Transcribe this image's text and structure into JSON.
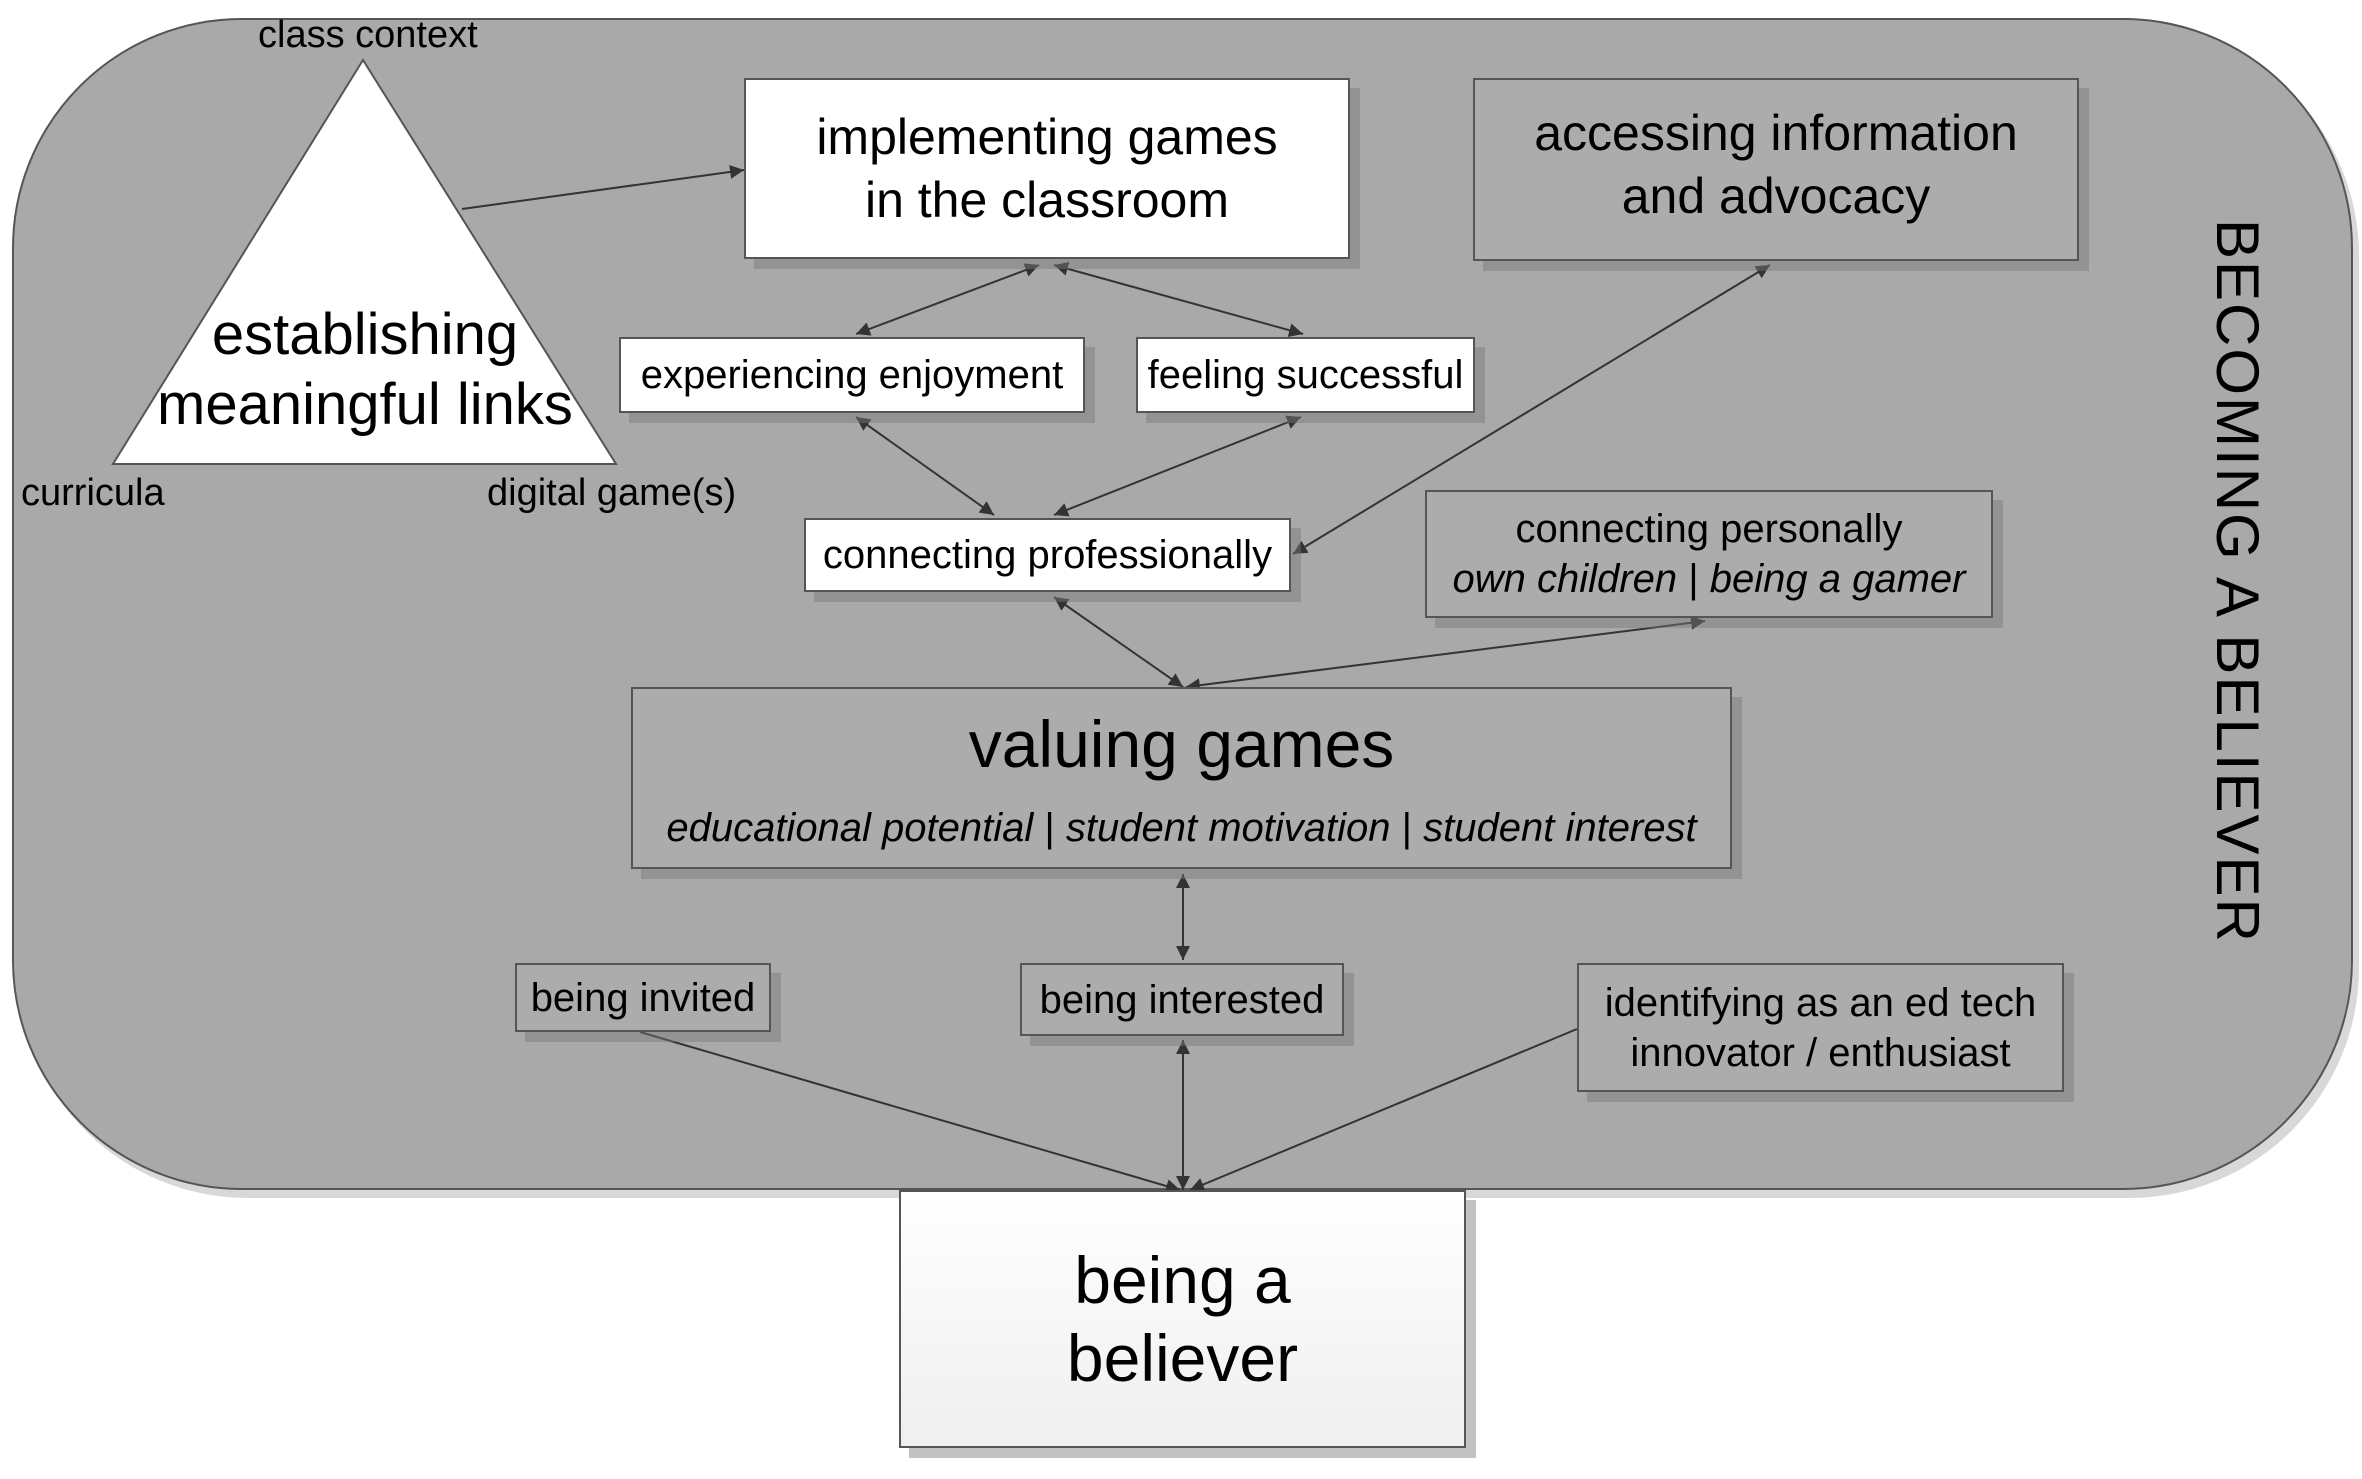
{
  "frame": {
    "title": "BECOMING A BELIEVER",
    "colors": {
      "container": "#a9a9a9",
      "box_white": "#ffffff",
      "box_gray": "#acacac",
      "outcome_box": "#f4f4f4",
      "arrow": "#333333"
    }
  },
  "triangle": {
    "label_line1": "establishing",
    "label_line2": "meaningful links",
    "vertex_top": "class context",
    "vertex_left": "curricula",
    "vertex_right": "digital game(s)"
  },
  "nodes": {
    "implementing": {
      "line1": "implementing games",
      "line2": "in the classroom"
    },
    "accessing": {
      "line1": "accessing information",
      "line2": "and advocacy"
    },
    "enjoyment": {
      "text": "experiencing enjoyment"
    },
    "successful": {
      "text": "feeling successful"
    },
    "prof": {
      "text": "connecting professionally"
    },
    "personal": {
      "line1": "connecting personally",
      "sub1": "own children",
      "sep": " | ",
      "sub2": "being a gamer"
    },
    "valuing": {
      "title": "valuing games",
      "sub1": "educational potential",
      "sub2": "student motivation",
      "sub3": "student interest",
      "sep": " | "
    },
    "invited": {
      "text": "being invited"
    },
    "interested": {
      "text": "being interested"
    },
    "identifying": {
      "line1": "identifying as an ed tech",
      "line2": "innovator / enthusiast"
    },
    "believer": {
      "line1": "being a",
      "line2": "believer"
    }
  },
  "edges": [
    {
      "from": "triangle",
      "to": "implementing",
      "direction": "forward"
    },
    {
      "from": "implementing",
      "to": "enjoyment",
      "direction": "both"
    },
    {
      "from": "implementing",
      "to": "successful",
      "direction": "both"
    },
    {
      "from": "enjoyment",
      "to": "prof",
      "direction": "both"
    },
    {
      "from": "successful",
      "to": "prof",
      "direction": "both"
    },
    {
      "from": "accessing",
      "to": "prof",
      "direction": "both"
    },
    {
      "from": "prof",
      "to": "valuing",
      "direction": "both"
    },
    {
      "from": "personal",
      "to": "valuing",
      "direction": "both"
    },
    {
      "from": "valuing",
      "to": "interested",
      "direction": "both"
    },
    {
      "from": "interested",
      "to": "believer",
      "direction": "both"
    },
    {
      "from": "invited",
      "to": "believer",
      "direction": "forward"
    },
    {
      "from": "identifying",
      "to": "believer",
      "direction": "forward"
    }
  ]
}
